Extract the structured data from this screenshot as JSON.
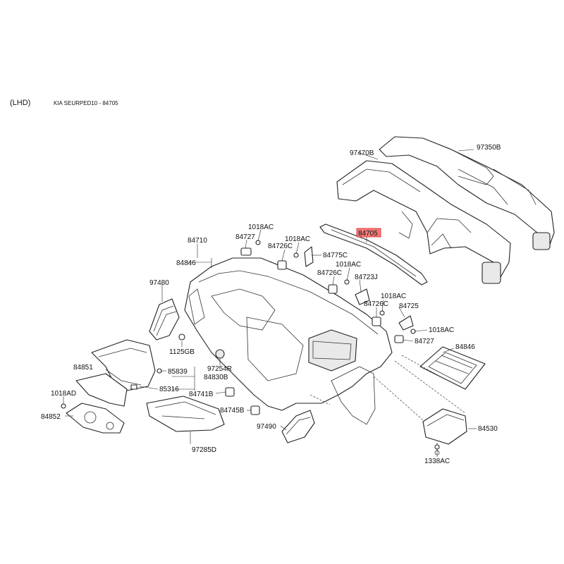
{
  "header": {
    "market": "(LHD)",
    "title": "KIA SEURPED10 - 84705"
  },
  "highlight_color": "#f47a7a",
  "labels": {
    "p97350B": "97350B",
    "p97470B": "97470B",
    "p84705": "84705",
    "p1018AC_a": "1018AC",
    "p84727_a": "84727",
    "p1018AC_b": "1018AC",
    "p84710": "84710",
    "p84726C_a": "84726C",
    "p84775C": "84775C",
    "p84846_a": "84846",
    "p1018AC_c": "1018AC",
    "p84726C_b": "84726C",
    "p84723J": "84723J",
    "p97480": "97480",
    "p1018AC_d": "1018AC",
    "p84726C_c": "84726C",
    "p84725": "84725",
    "p1018AC_e": "1018AC",
    "p84727_b": "84727",
    "p84846_b": "84846",
    "p1125GB": "1125GB",
    "p84851": "84851",
    "p85839": "85839",
    "p97254R": "97254R",
    "p84830B": "84830B",
    "p85316": "85316",
    "p1018AD": "1018AD",
    "p84741B": "84741B",
    "p84852": "84852",
    "p84745B": "84745B",
    "p97490": "97490",
    "p84530": "84530",
    "p97285D": "97285D",
    "p1338AC": "1338AC"
  }
}
